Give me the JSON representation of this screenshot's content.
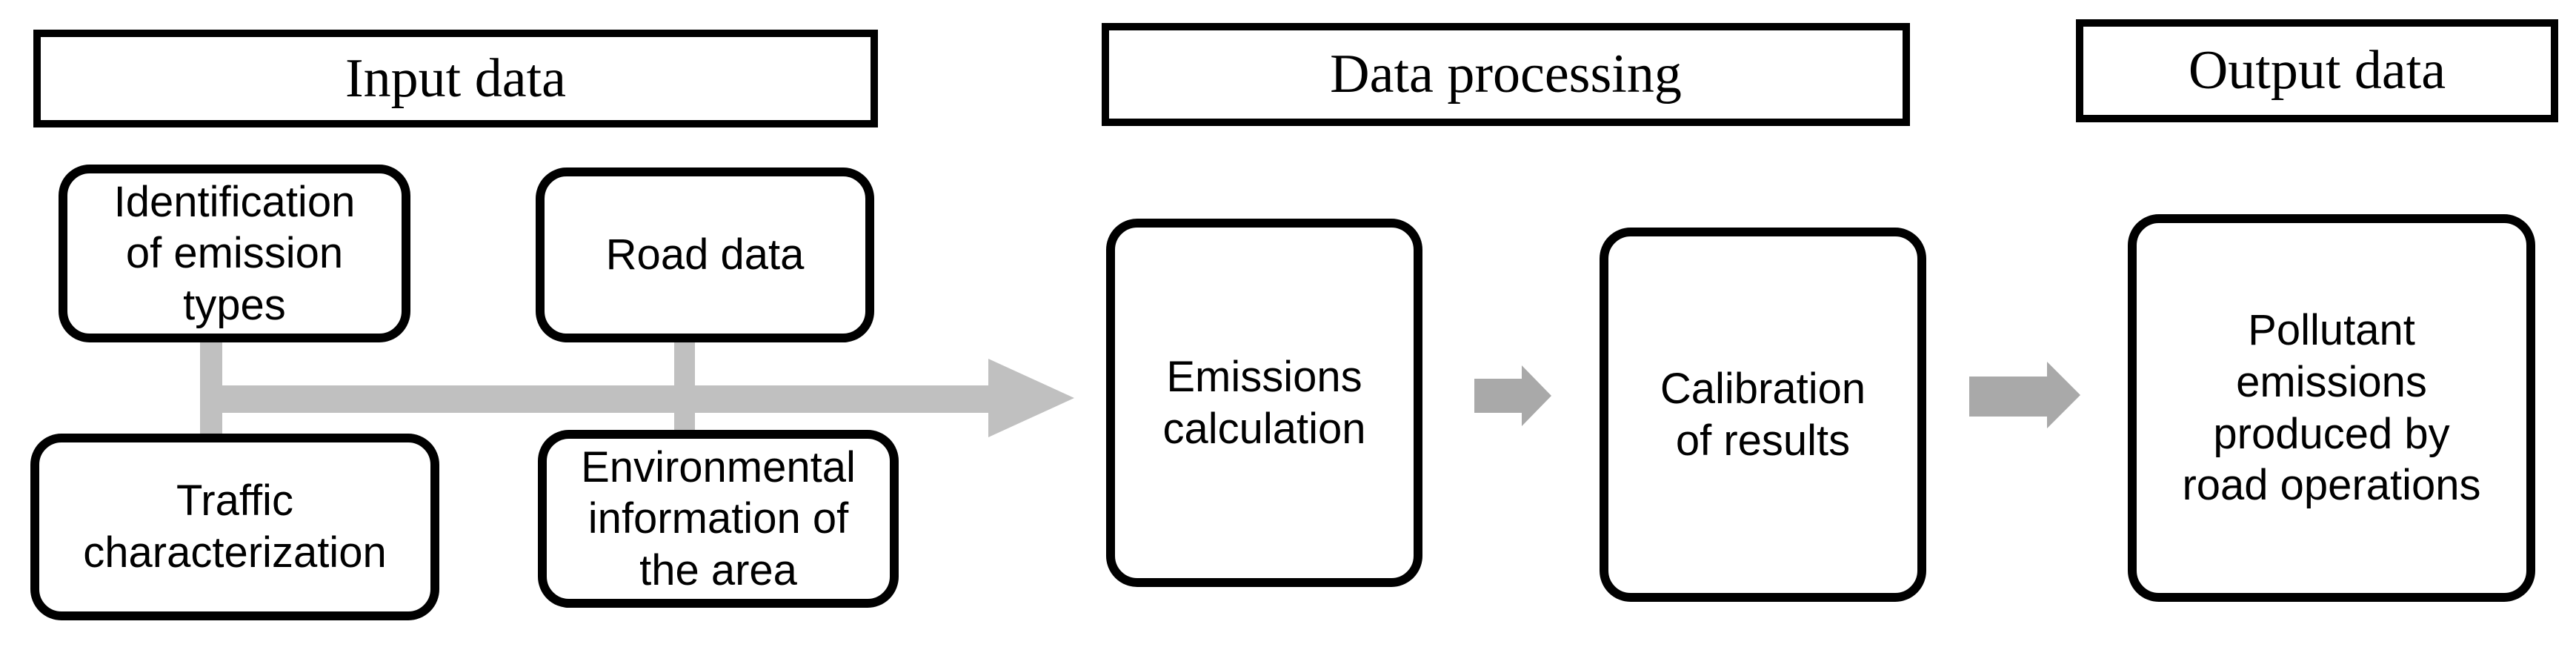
{
  "headers": {
    "input": "Input data",
    "processing": "Data processing",
    "output": "Output data"
  },
  "boxes": {
    "identification": "Identification\nof emission\ntypes",
    "road": "Road data",
    "traffic": "Traffic\ncharacterization",
    "environmental": "Environmental\ninformation of\nthe area",
    "emissions": "Emissions\ncalculation",
    "calibration": "Calibration\nof results",
    "pollutant": "Pollutant\nemissions\nproduced by\nroad operations"
  },
  "flow": {
    "input_to_processing": "main flow arrow: input data boxes merge into emissions calculation",
    "emissions_to_calibration": "step arrow: emissions calculation to calibration of results",
    "calibration_to_output": "step arrow: calibration of results to pollutant emissions output"
  },
  "colors": {
    "box_border": "#000000",
    "box_fill": "#ffffff",
    "text": "#000000",
    "main_arrow_gray": "#c0c0c0",
    "step_arrow_gray": "#a9a9a9",
    "background": "#ffffff"
  }
}
